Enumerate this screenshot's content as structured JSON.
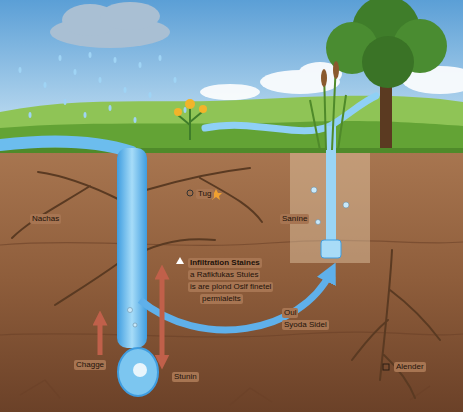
{
  "diagram": {
    "labels": [
      "Tug",
      "Nachas",
      "Saníne",
      "Infiltration Staines",
      "a Rafikfukas Stuies",
      "is are plond Oslf finetel",
      "permialelts",
      "Oul",
      "Syoda Sidel",
      "Chagge",
      "Stunin",
      "Alender"
    ]
  }
}
